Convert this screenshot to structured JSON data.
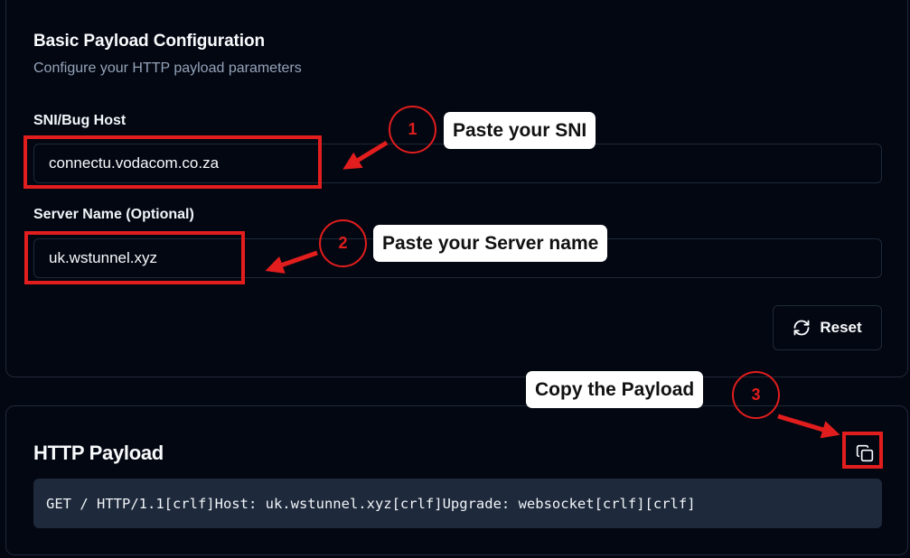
{
  "config": {
    "title": "Basic Payload Configuration",
    "description": "Configure your HTTP payload parameters",
    "sni_label": "SNI/Bug Host",
    "sni_value": "connectu.vodacom.co.za",
    "server_label": "Server Name (Optional)",
    "server_value": "uk.wstunnel.xyz",
    "reset_label": "Reset",
    "reset_icon": "refresh-icon"
  },
  "payload": {
    "title": "HTTP Payload",
    "copy_icon": "copy-icon",
    "text": "GET / HTTP/1.1[crlf]Host: uk.wstunnel.xyz[crlf]Upgrade: websocket[crlf][crlf]"
  },
  "annotations": {
    "step1_number": "1",
    "step1_text": "Paste your SNI",
    "step2_number": "2",
    "step2_text": "Paste your Server name",
    "step3_number": "3",
    "step3_text": "Copy the Payload",
    "color": "#e11d1d"
  }
}
